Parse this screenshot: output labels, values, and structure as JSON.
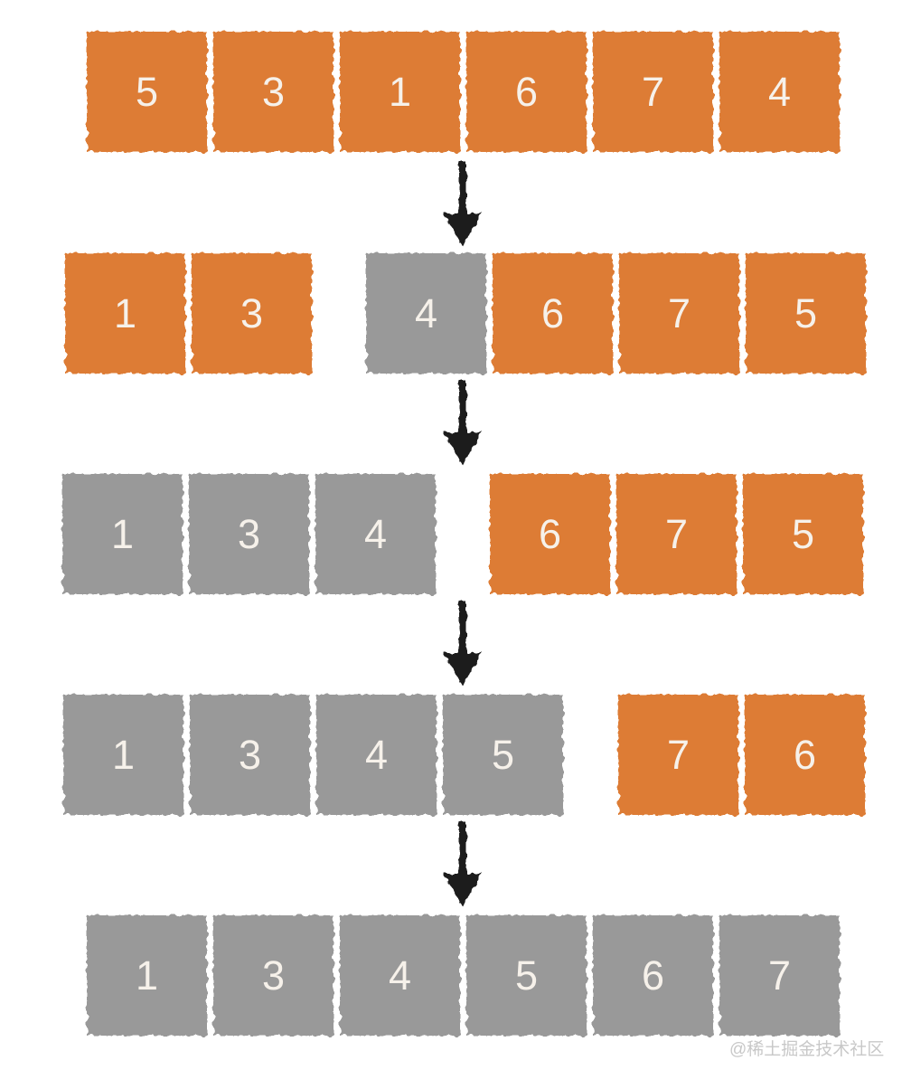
{
  "colors": {
    "background": "#FFFFFF",
    "unsorted": "#DD7B35",
    "sorted": "#999999",
    "number": "#F6F1EA",
    "arrow": "#1A1A1A",
    "watermark": "#C8C8C8"
  },
  "rows": [
    {
      "step": 1,
      "groups": [
        {
          "cells": [
            {
              "value": "5",
              "state": "unsorted"
            },
            {
              "value": "3",
              "state": "unsorted"
            },
            {
              "value": "1",
              "state": "unsorted"
            },
            {
              "value": "6",
              "state": "unsorted"
            },
            {
              "value": "7",
              "state": "unsorted"
            },
            {
              "value": "4",
              "state": "unsorted"
            }
          ]
        }
      ]
    },
    {
      "step": 2,
      "groups": [
        {
          "cells": [
            {
              "value": "1",
              "state": "unsorted"
            },
            {
              "value": "3",
              "state": "unsorted"
            }
          ]
        },
        {
          "cells": [
            {
              "value": "4",
              "state": "sorted"
            },
            {
              "value": "6",
              "state": "unsorted"
            },
            {
              "value": "7",
              "state": "unsorted"
            },
            {
              "value": "5",
              "state": "unsorted"
            }
          ]
        }
      ]
    },
    {
      "step": 3,
      "groups": [
        {
          "cells": [
            {
              "value": "1",
              "state": "sorted"
            },
            {
              "value": "3",
              "state": "sorted"
            },
            {
              "value": "4",
              "state": "sorted"
            }
          ]
        },
        {
          "cells": [
            {
              "value": "6",
              "state": "unsorted"
            },
            {
              "value": "7",
              "state": "unsorted"
            },
            {
              "value": "5",
              "state": "unsorted"
            }
          ]
        }
      ]
    },
    {
      "step": 4,
      "groups": [
        {
          "cells": [
            {
              "value": "1",
              "state": "sorted"
            },
            {
              "value": "3",
              "state": "sorted"
            },
            {
              "value": "4",
              "state": "sorted"
            },
            {
              "value": "5",
              "state": "sorted"
            }
          ]
        },
        {
          "cells": [
            {
              "value": "7",
              "state": "unsorted"
            },
            {
              "value": "6",
              "state": "unsorted"
            }
          ]
        }
      ]
    },
    {
      "step": 5,
      "groups": [
        {
          "cells": [
            {
              "value": "1",
              "state": "sorted"
            },
            {
              "value": "3",
              "state": "sorted"
            },
            {
              "value": "4",
              "state": "sorted"
            },
            {
              "value": "5",
              "state": "sorted"
            },
            {
              "value": "6",
              "state": "sorted"
            },
            {
              "value": "7",
              "state": "sorted"
            }
          ]
        }
      ]
    }
  ],
  "arrows": [
    {
      "icon": "down-arrow"
    },
    {
      "icon": "down-arrow"
    },
    {
      "icon": "down-arrow"
    },
    {
      "icon": "down-arrow"
    }
  ],
  "watermark": {
    "text": "@稀土掘金技术社区"
  }
}
